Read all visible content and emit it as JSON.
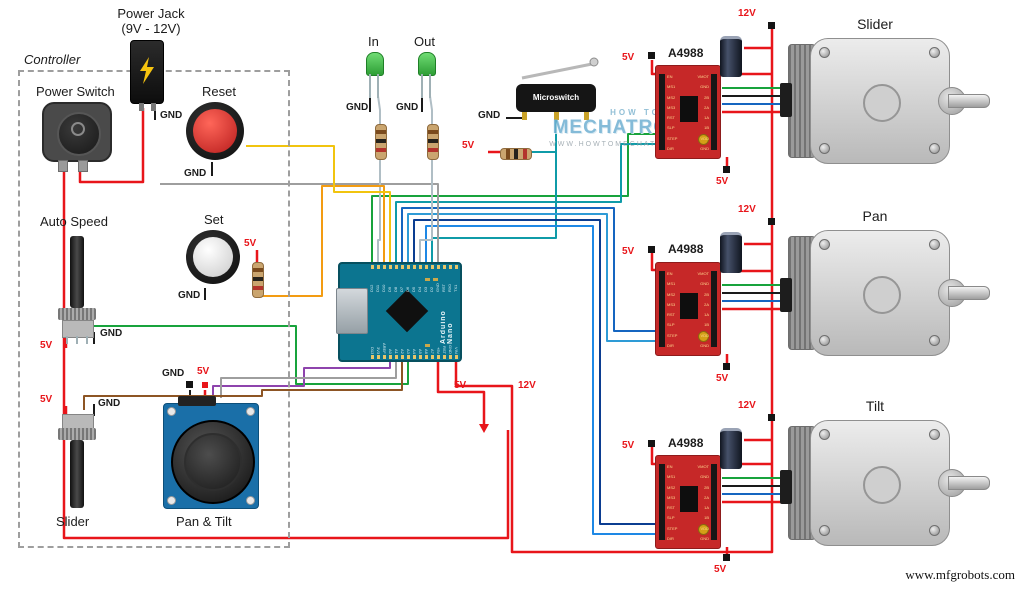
{
  "page": {
    "footer": "www.mfgrobots.com"
  },
  "watermark": {
    "line1": "HOW TO",
    "brand": "MECHATRONICS",
    "url": "WWW.HOWTOMECHATRONICS.COM"
  },
  "labels": {
    "v5": "5V",
    "v12": "12V",
    "gnd": "GND"
  },
  "power_jack": {
    "title1": "Power Jack",
    "title2": "(9V - 12V)"
  },
  "controller": {
    "label": "Controller"
  },
  "power_switch": {
    "label": "Power Switch"
  },
  "reset_button": {
    "label": "Reset"
  },
  "auto_speed_pot": {
    "label": "Auto Speed"
  },
  "set_button": {
    "label": "Set"
  },
  "slider_pot": {
    "label": "Slider"
  },
  "joystick": {
    "label": "Pan & Tilt"
  },
  "led_in": {
    "label": "In"
  },
  "led_out": {
    "label": "Out"
  },
  "microswitch": {
    "label": "Microswitch"
  },
  "arduino": {
    "name1": "Arduino",
    "name2": "Nano",
    "pins_top": [
      "D12",
      "D11",
      "D10",
      "D9",
      "D8",
      "D7",
      "D6",
      "D5",
      "D4",
      "D3",
      "D2",
      "GND",
      "RST",
      "RX0",
      "TX1"
    ],
    "pins_bottom": [
      "D13",
      "3V3",
      "AREF",
      "A0",
      "A1",
      "A2",
      "A3",
      "A4",
      "A5",
      "A6",
      "A7",
      "+5V",
      "RST",
      "GND",
      "VIN"
    ]
  },
  "drivers": [
    {
      "label": "A4988"
    },
    {
      "label": "A4988"
    },
    {
      "label": "A4988"
    }
  ],
  "driver_pins_left": [
    "EN",
    "MS1",
    "MS2",
    "MS3",
    "RST",
    "SLP",
    "STEP",
    "DIR"
  ],
  "driver_pins_right": [
    "VMOT",
    "GND",
    "2B",
    "2A",
    "1A",
    "1B",
    "VDD",
    "GND"
  ],
  "motors": [
    {
      "label": "Slider"
    },
    {
      "label": "Pan"
    },
    {
      "label": "Tilt"
    }
  ],
  "colors": {
    "wire_red": "#e8151a",
    "wire_black": "#1a1a1a",
    "wire_green": "#18a33c",
    "wire_blue": "#1565c0",
    "wire_teal": "#0f9ba8",
    "wire_purple": "#8e44ad",
    "wire_orange": "#f39c12",
    "wire_yellow": "#f1c40f",
    "wire_brown": "#8d5524",
    "wire_gray": "#9e9e9e",
    "board_red": "#c62828",
    "board_teal": "#0c7590",
    "joystick_blue": "#1a6fa8"
  }
}
